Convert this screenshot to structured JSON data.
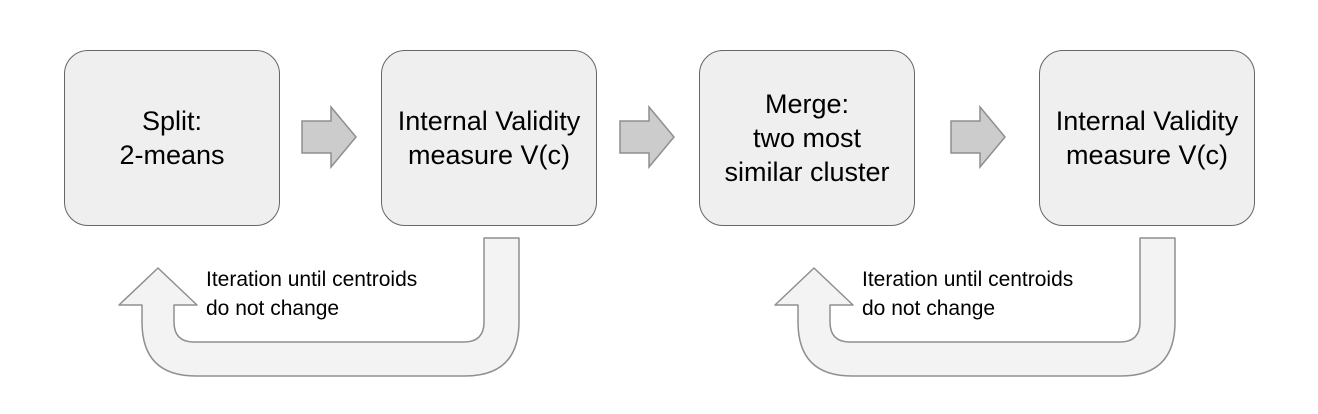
{
  "boxes": [
    {
      "lines": [
        "Split:",
        "2-means"
      ]
    },
    {
      "lines": [
        "Internal Validity",
        "measure V(c)"
      ]
    },
    {
      "lines": [
        "Merge:",
        "two most",
        "similar cluster"
      ]
    },
    {
      "lines": [
        "Internal Validity",
        "measure V(c)"
      ]
    }
  ],
  "loops": [
    {
      "lines": [
        "Iteration until centroids",
        "do not change"
      ]
    },
    {
      "lines": [
        "Iteration until centroids",
        "do not change"
      ]
    }
  ],
  "colors": {
    "box_fill": "#efefef",
    "box_border": "#666666",
    "arrow_fill": "#cccccc",
    "loop_fill": "#f3f3f3"
  }
}
